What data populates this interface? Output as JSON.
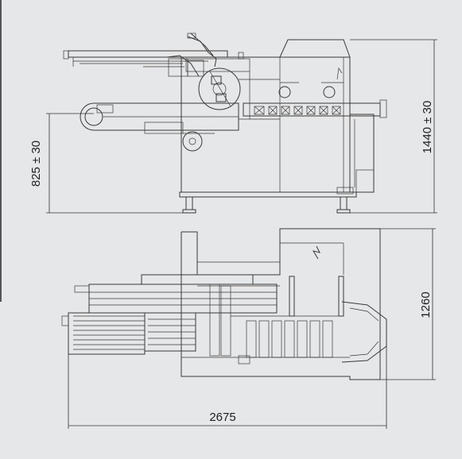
{
  "colors": {
    "background": "#e6e7e8",
    "line": "#3a3a3a",
    "text": "#1e1e1e"
  },
  "dimensions": {
    "total_height": "1440 ± 30",
    "infeed_height": "825 ± 30",
    "total_width": "1260",
    "total_length": "2675"
  }
}
